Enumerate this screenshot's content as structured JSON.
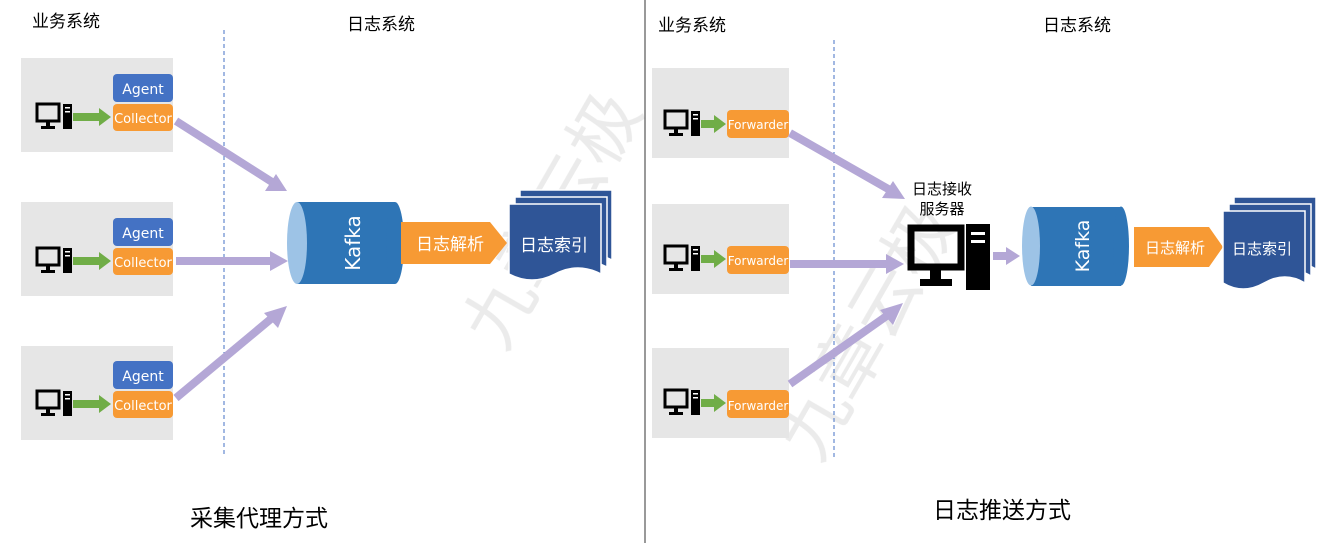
{
  "left": {
    "business_label": "业务系统",
    "log_label": "日志系统",
    "agent_label": "Agent",
    "collector_label": "Collector",
    "kafka_label": "Kafka",
    "parse_label": "日志解析",
    "index_label": "日志索引",
    "caption": "采集代理方式"
  },
  "right": {
    "business_label": "业务系统",
    "log_label": "日志系统",
    "forwarder_label": "Forwarder",
    "server_label_line1": "日志接收",
    "server_label_line2": "服务器",
    "kafka_label": "Kafka",
    "parse_label": "日志解析",
    "index_label": "日志索引",
    "caption": "日志推送方式"
  },
  "watermark": "九章云极",
  "icons": [
    "computer-icon",
    "green-arrow-icon",
    "server-computer-icon",
    "cylinder-icon",
    "document-stack-icon"
  ],
  "colors": {
    "agent": "#4472c4",
    "collector": "#f79a34",
    "kafka": "#2e75b6",
    "index": "#2f5597",
    "arrow": "#b4a7d6",
    "green_arrow": "#70ad47",
    "panel": "#e6e6e6"
  }
}
